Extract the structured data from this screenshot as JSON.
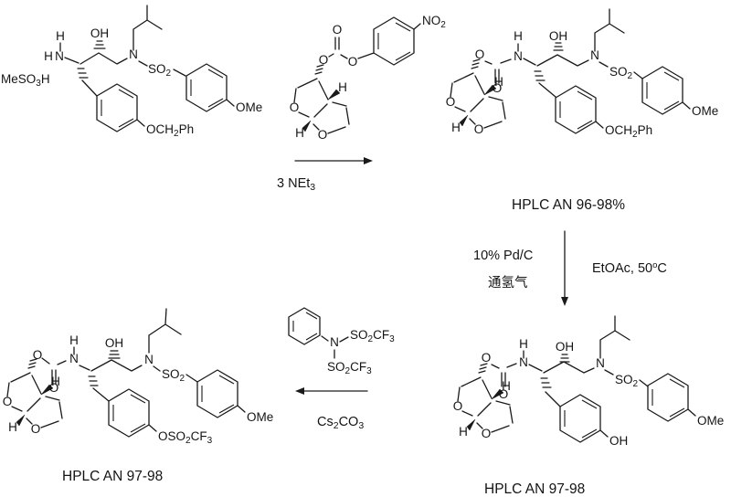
{
  "atoms": {
    "O": "O",
    "H": "H",
    "N": "N",
    "OH": "OH",
    "OMe": "OMe"
  },
  "labels": {
    "meso3h": [
      "MeSO",
      "3",
      "H"
    ],
    "so2": [
      "SO",
      "2"
    ],
    "no2": [
      "NO",
      "2"
    ],
    "och2ph": [
      "OCH",
      "2",
      "Ph"
    ],
    "so2cf3": [
      "SO",
      "2",
      "CF",
      "3"
    ],
    "oso2cf3": [
      "OSO",
      "2",
      "CF",
      "3"
    ]
  },
  "reagents": {
    "step1": [
      "3 NEt",
      "3"
    ],
    "step2_catalyst": "10% Pd/C",
    "step2_gas": "通氢气",
    "step2_solvent": [
      "EtOAc, 50",
      "o",
      "C"
    ],
    "step3_base": [
      "Cs",
      "2",
      "CO",
      "3"
    ]
  },
  "yields": {
    "product1": "HPLC AN 96-98%",
    "product2": "HPLC AN 97-98",
    "product3": "HPLC AN 97-98"
  },
  "colors": {
    "ink": "#1a1a1a",
    "background": "#ffffff"
  }
}
